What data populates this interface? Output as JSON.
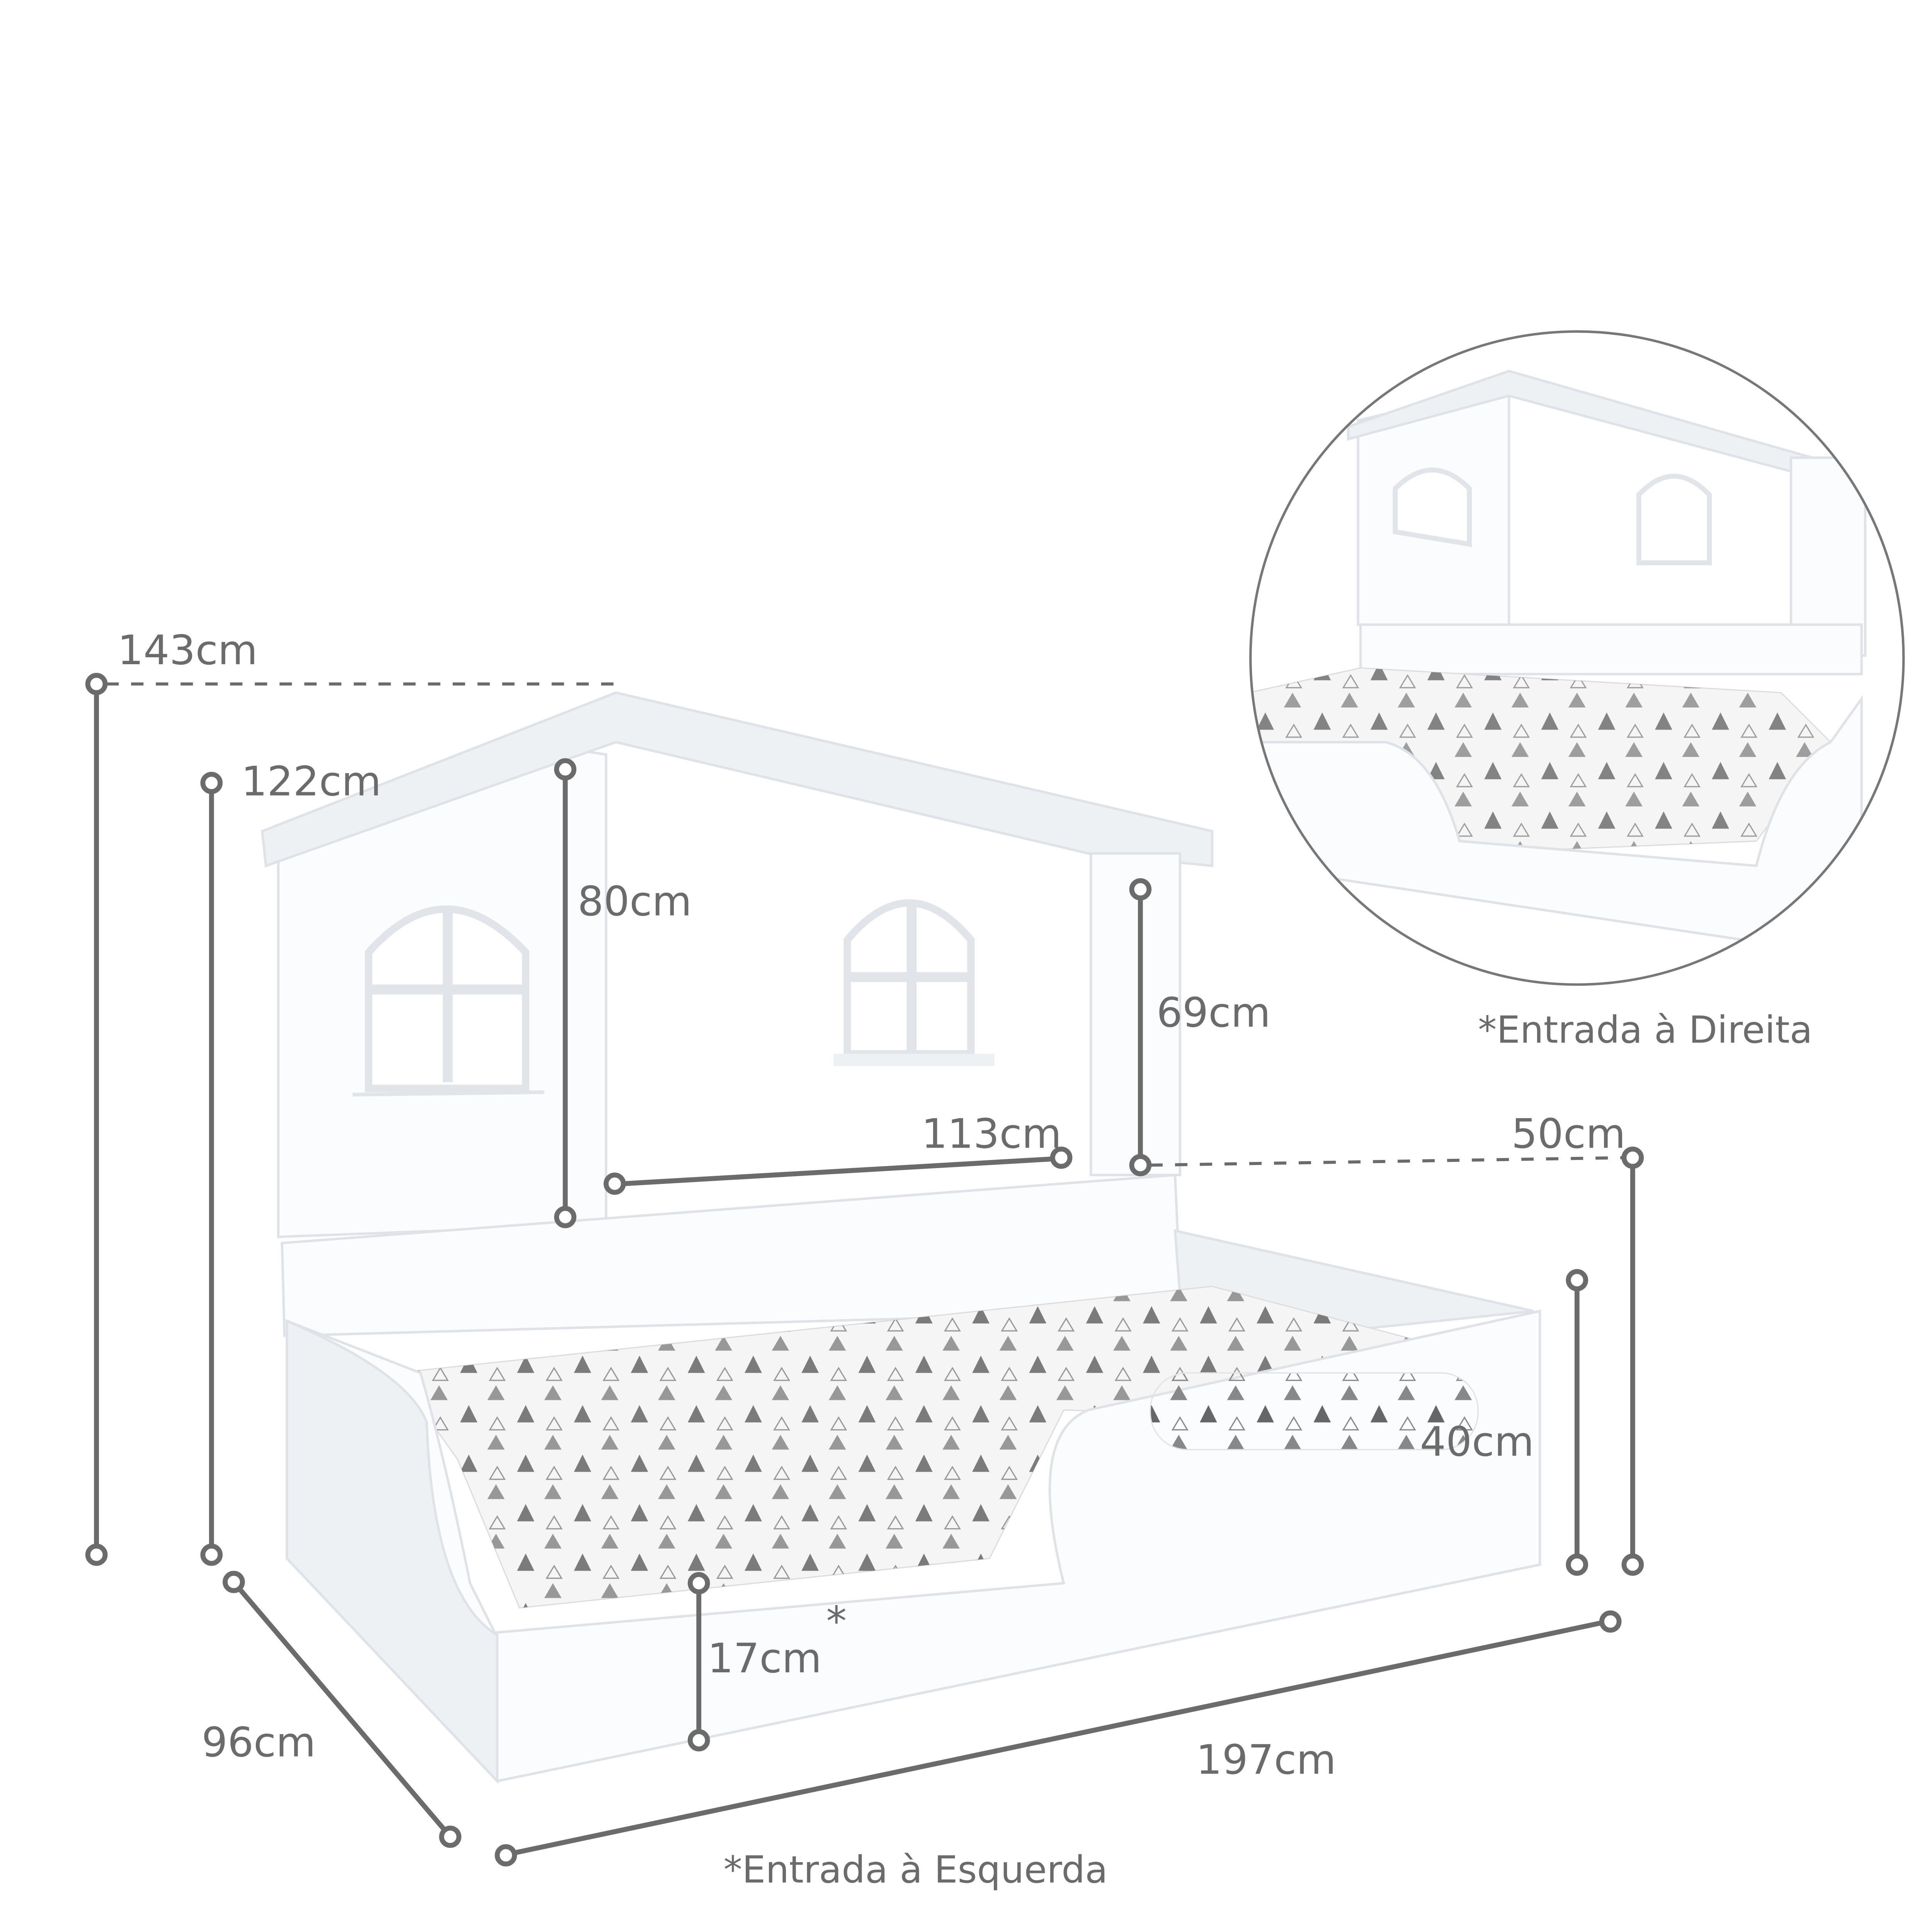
{
  "dimensions": {
    "total_height": "143cm",
    "side_height": "122cm",
    "inner_opening_height": "80cm",
    "right_post_height": "69cm",
    "inner_width": "113cm",
    "headboard_height": "50cm",
    "side_rail_height": "40cm",
    "entry_height": "17cm",
    "entry_note_mark": "*",
    "depth": "96cm",
    "length": "197cm"
  },
  "captions": {
    "left_entry": "*Entrada à Esquerda",
    "right_entry": "*Entrada à Direita"
  },
  "colors": {
    "dimension_lines": "#6b6b6b",
    "background": "#ffffff"
  }
}
